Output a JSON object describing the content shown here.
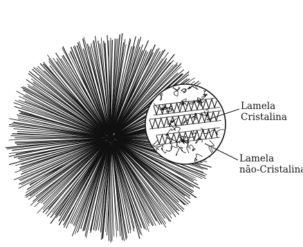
{
  "labels": {
    "crystalline": {
      "line1": "Lamela",
      "line2": "Cristalina"
    },
    "non_crystalline": {
      "line1": "Lamela",
      "line2": "não-Cristalina"
    }
  },
  "colors": {
    "ink": "#111111",
    "background": "#ffffff"
  }
}
